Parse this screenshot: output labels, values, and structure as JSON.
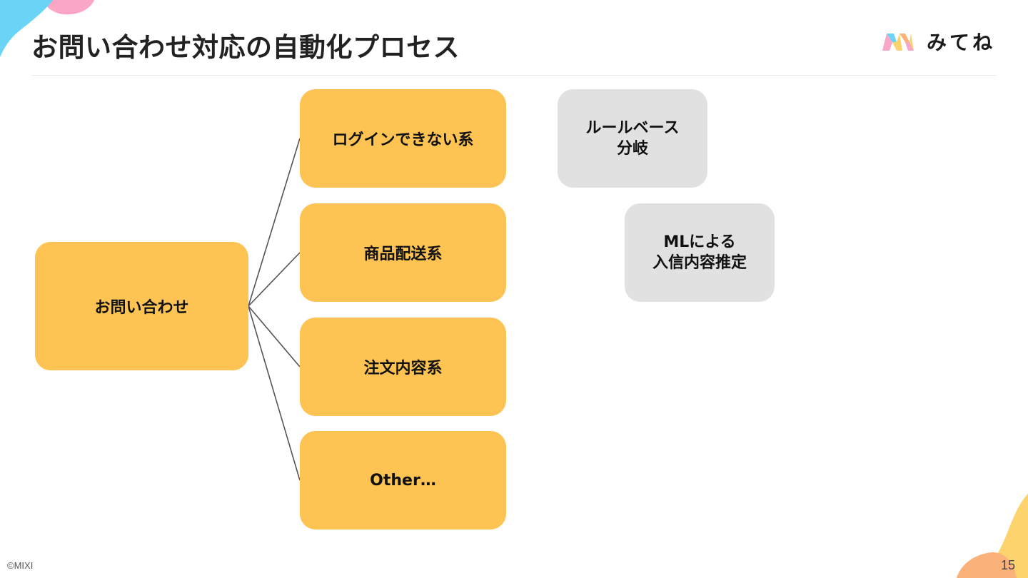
{
  "slide": {
    "title": "お問い合わせ対応の自動化プロセス",
    "logo_text": "みてね",
    "copyright": "©MIXI",
    "page_number": "15"
  },
  "diagram": {
    "root": "お問い合わせ",
    "categories": [
      "ログインできない系",
      "商品配送系",
      "注文内容系",
      "Other…"
    ],
    "notes": [
      "ルールベース\n分岐",
      "MLによる\n入信内容推定"
    ]
  },
  "colors": {
    "box_yellow": "#fdc453",
    "box_gray": "#e1e1e1",
    "connector": "#555555",
    "blob_blue": "#6ad4f7",
    "blob_pink": "#f9a6c7",
    "blob_yellow": "#fdd36e",
    "blob_orange": "#fbb17a"
  }
}
